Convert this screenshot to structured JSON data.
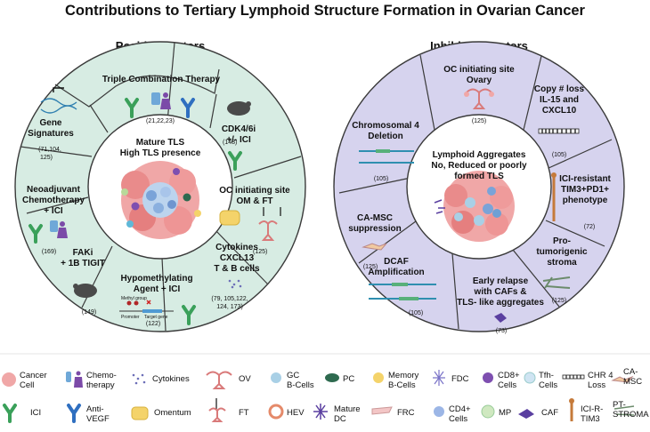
{
  "title": "Contributions to Tertiary Lymphoid Structure Formation in Ovarian Cancer",
  "left": {
    "heading": "Positive Factors",
    "center": [
      "Mature TLS",
      "High TLS presence"
    ],
    "segments": {
      "triple": {
        "label": "Triple Combination Therapy",
        "ref": "(21,22,23)"
      },
      "cdk": {
        "l1": "CDK4/6i",
        "l2": "+/- ICI",
        "ref": "(148)"
      },
      "ocsite": {
        "l1": "OC initiating site",
        "l2": "OM & FT",
        "ref": "(125)"
      },
      "cytokines": {
        "l1": "Cytokines",
        "l2": "CXCL13",
        "l3": "T & B cells",
        "ref1": "(79, 105,122,",
        "ref2": "124, 173)"
      },
      "hypo": {
        "l1": "Hypomethylating",
        "l2": "Agent + ICI",
        "ref": "(122)",
        "m1": "Methyl group",
        "m2": "Promoter",
        "m3": "Target gene"
      },
      "faki": {
        "l1": "FAKi",
        "l2": "+ 1B TIGIT",
        "ref": "(149)"
      },
      "neo": {
        "l1": "Neoadjuvant",
        "l2": "Chemotherapy",
        "l3": "+ ICI",
        "ref": "(169)"
      },
      "gene": {
        "l1": "Gene",
        "l2": "Signatures",
        "ref1": "(71,104,",
        "ref2": "125)"
      }
    }
  },
  "right": {
    "heading": "Inhibitory Factors",
    "center": [
      "Lymphoid Aggregates",
      "No, Reduced or poorly",
      "formed TLS"
    ],
    "segments": {
      "ocsite": {
        "l1": "OC initiating site",
        "l2": "Ovary",
        "ref": "(125)"
      },
      "copy": {
        "l1": "Copy # loss",
        "l2": "IL-15 and",
        "l3": "CXCL10",
        "ref": "(105)"
      },
      "ici": {
        "l1": "ICI-resistant",
        "l2": "TIM3+PD1+",
        "l3": "phenotype",
        "ref": "(72)"
      },
      "pro": {
        "l1": "Pro-",
        "l2": "tumorigenic",
        "l3": "stroma",
        "ref": "(125)"
      },
      "early": {
        "l1": "Early relapse",
        "l2": "with CAFs &",
        "l3": "TLS- like aggregates",
        "ref": "(73)"
      },
      "dcaf": {
        "l1": "DCAF",
        "l2": "Amplification",
        "ref": "(105)"
      },
      "camsc": {
        "l1": "CA-MSC",
        "l2": "suppression",
        "ref": "(125)"
      },
      "chr": {
        "l1": "Chromosomal 4",
        "l2": "Deletion",
        "ref": "(105)"
      }
    }
  },
  "legend": {
    "row1": [
      {
        "l1": "Cancer",
        "l2": "Cell"
      },
      {
        "l1": "Chemo-",
        "l2": "therapy"
      },
      {
        "l1": "Cytokines",
        "l2": ""
      },
      {
        "l1": "OV",
        "l2": ""
      },
      {
        "l1": "GC",
        "l2": "B-Cells"
      },
      {
        "l1": "PC",
        "l2": ""
      },
      {
        "l1": "Memory",
        "l2": "B-Cells"
      },
      {
        "l1": "FDC",
        "l2": ""
      },
      {
        "l1": "CD8+",
        "l2": "Cells"
      },
      {
        "l1": "Tfh-",
        "l2": "Cells"
      },
      {
        "l1": "CHR 4",
        "l2": "Loss"
      },
      {
        "l1": "CA-",
        "l2": "MSC"
      }
    ],
    "row2": [
      {
        "l1": "ICI",
        "l2": ""
      },
      {
        "l1": "Anti-",
        "l2": "VEGF"
      },
      {
        "l1": "Omentum",
        "l2": ""
      },
      {
        "l1": "FT",
        "l2": ""
      },
      {
        "l1": "HEV",
        "l2": ""
      },
      {
        "l1": "Mature",
        "l2": "DC"
      },
      {
        "l1": "FRC",
        "l2": ""
      },
      {
        "l1": "CD4+",
        "l2": "Cells"
      },
      {
        "l1": "MP",
        "l2": ""
      },
      {
        "l1": "CAF",
        "l2": ""
      },
      {
        "l1": "ICI-R-",
        "l2": "TIM3"
      },
      {
        "l1": "PT-",
        "l2": "STROMA"
      }
    ]
  },
  "colors": {
    "left_ring": "#d7ece3",
    "right_ring": "#d6d3ee",
    "ring_stroke": "#3a3a3a"
  }
}
